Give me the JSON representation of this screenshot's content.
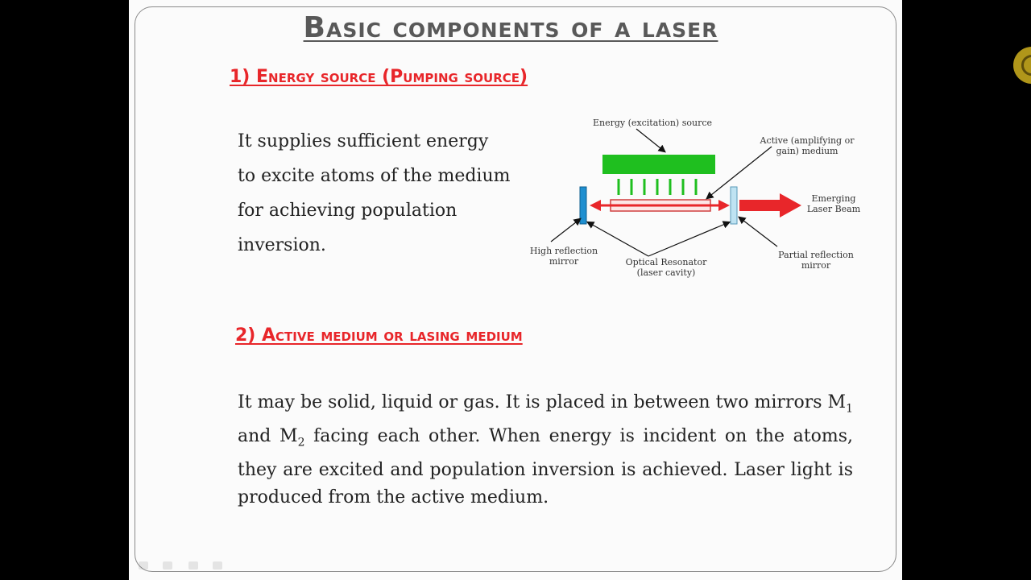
{
  "slide": {
    "title": "Basic components of a laser",
    "section1": {
      "heading": "1)  Energy source  (Pumping source)",
      "lines": [
        "It supplies sufficient energy",
        "to excite atoms of the medium",
        "for achieving population",
        "inversion."
      ]
    },
    "diagram": {
      "energy_source": "Energy (excitation) source",
      "active_medium_line1": "Active (amplifying or",
      "active_medium_line2": "gain) medium",
      "emerging_line1": "Emerging",
      "emerging_line2": "Laser Beam",
      "high_mirror_line1": "High reflection",
      "high_mirror_line2": "mirror",
      "resonator_line1": "Optical Resonator",
      "resonator_line2": "(laser cavity)",
      "partial_mirror_line1": "Partial reflection",
      "partial_mirror_line2": "mirror"
    },
    "section2": {
      "heading": "2) Active medium or lasing medium",
      "text_a": "It may be solid, liquid or gas. It is placed in between two mirrors M",
      "sub1": "1",
      "text_b": " and M",
      "sub2": "2",
      "text_c": " facing each other. When energy is incident on the atoms, they are excited and population inversion is achieved. Laser light is produced from the active medium."
    }
  },
  "colors": {
    "heading_red": "#e8262a",
    "title_gray": "#595959",
    "pump_green": "#1fbf1f",
    "mirror_blue": "#1f8fd0",
    "beam_red": "#e8262a"
  }
}
